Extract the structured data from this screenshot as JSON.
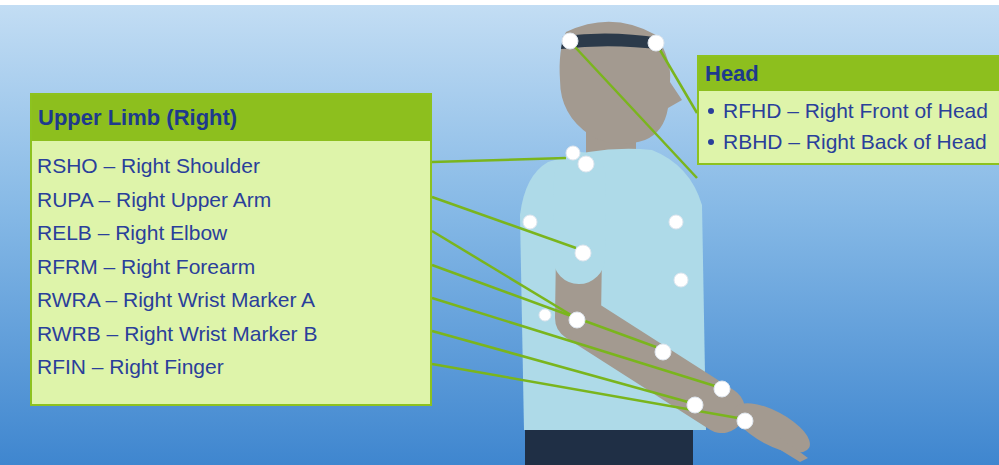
{
  "diagram": {
    "nodes": [
      {
        "text": [
          "Upper Limb (Right)",
          "RSHO – Right Shoulder",
          "RUPA – Right Upper Arm",
          "RELB – Right Elbow",
          "RFRM – Right Forearm",
          "RWRA – Right Wrist Marker A",
          "RWRB – Right Wrist Marker B",
          "RFIN – Right Finger"
        ]
      },
      {
        "text": [
          "Head",
          "RFHD – Right Front of Head",
          "RBHD – Right Back of Head"
        ]
      }
    ]
  }
}
